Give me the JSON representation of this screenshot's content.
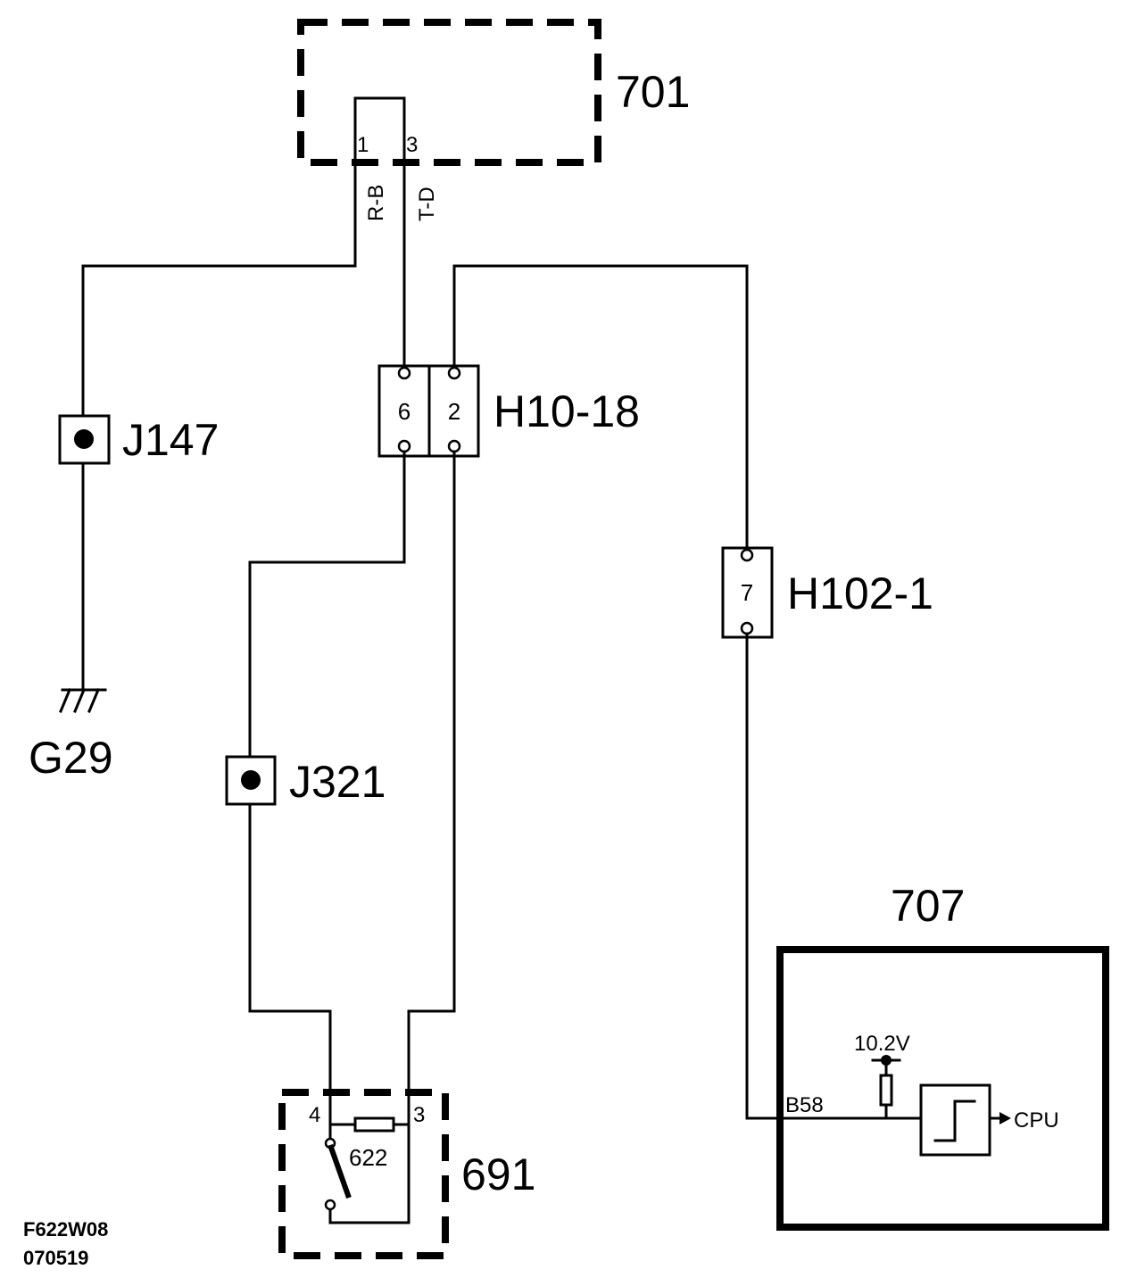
{
  "components": {
    "c701": {
      "label": "701",
      "pin1": "1",
      "pin3": "3"
    },
    "c707": {
      "label": "707",
      "input": "B58",
      "voltage": "10.2V",
      "output": "CPU"
    },
    "c691": {
      "label": "691",
      "pin4": "4",
      "pin3": "3",
      "switch": "622"
    }
  },
  "wires": {
    "rb": "R-B",
    "td": "T-D"
  },
  "connectors": {
    "h10": {
      "label": "H10-18",
      "pin_a": "6",
      "pin_b": "2"
    },
    "h102": {
      "label": "H102-1",
      "pin": "7"
    }
  },
  "splices": {
    "j147": "J147",
    "j321": "J321"
  },
  "ground": {
    "label": "G29"
  },
  "footer": {
    "code": "F622W08",
    "date": "070519"
  }
}
